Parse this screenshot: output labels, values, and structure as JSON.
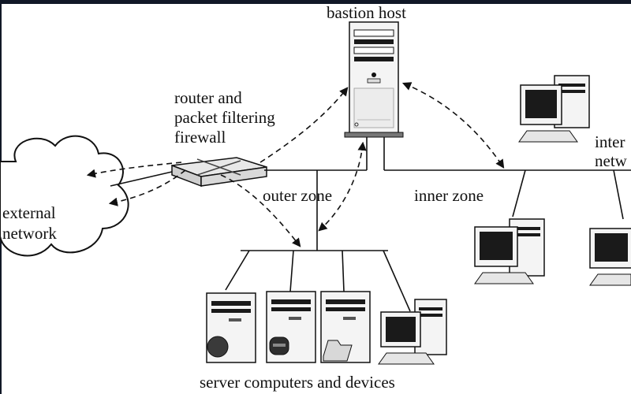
{
  "labels": {
    "bastion_host": "bastion host",
    "router_line1": "router and",
    "router_line2": "packet filtering",
    "router_line3": "firewall",
    "external_line1": "external",
    "external_line2": "network",
    "outer_zone": "outer zone",
    "inner_zone": "inner zone",
    "internal_line1": "inter",
    "internal_line2": "netw",
    "servers": "server computers and devices"
  },
  "colors": {
    "frame": "#111827",
    "line": "#111111",
    "device_fill": "#f4f4f4",
    "screen": "#1a1a1a"
  },
  "icons": [
    "cloud-icon",
    "router-icon",
    "bastion-server-icon",
    "server-icon",
    "workstation-icon",
    "globe-icon",
    "mailbox-icon",
    "folder-icon"
  ]
}
